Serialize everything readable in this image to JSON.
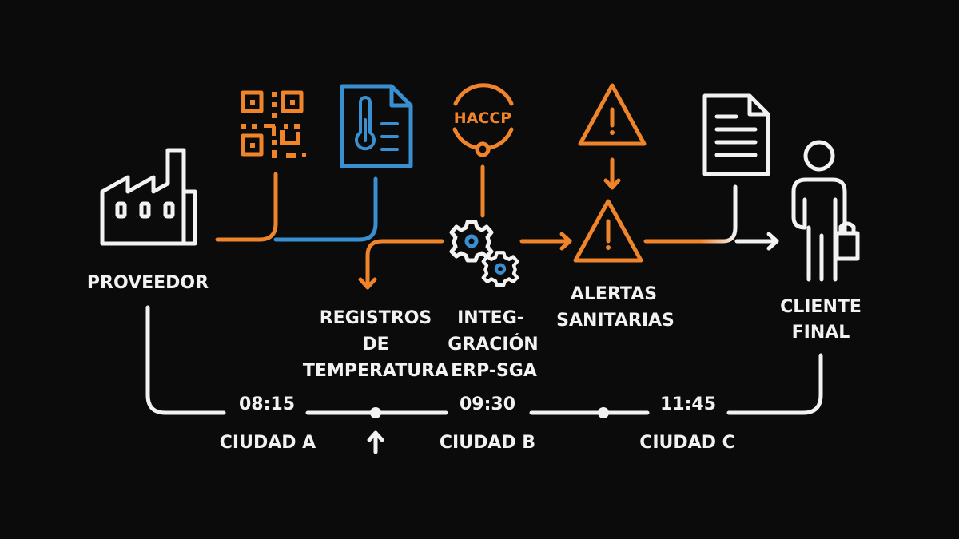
{
  "colors": {
    "background": "#0b0b0c",
    "orange": "#f0842a",
    "blue": "#3a8fd0",
    "white": "#f2f2f2"
  },
  "nodes": {
    "proveedor": {
      "label": "PROVEEDOR",
      "icon": "factory-icon"
    },
    "qr": {
      "icon": "qr-code-icon"
    },
    "temp_doc": {
      "icon": "temperature-document-icon"
    },
    "haccp": {
      "badge": "HACCP",
      "icon": "haccp-badge-icon"
    },
    "registros": {
      "lines": [
        "REGISTROS",
        "DE",
        "TEMPERATURA"
      ]
    },
    "integracion": {
      "lines": [
        "INTEG-",
        "GRACIÓN",
        "ERP-SGA"
      ],
      "icon": "gears-icon"
    },
    "alertas": {
      "lines": [
        "ALERTAS",
        "SANITARIAS"
      ],
      "icon": "warning-icon"
    },
    "documento": {
      "icon": "document-icon"
    },
    "cliente": {
      "lines": [
        "CLIENTE",
        "FINAL"
      ],
      "icon": "person-with-bag-icon"
    }
  },
  "timeline": {
    "stops": [
      {
        "time": "08:15",
        "city": "CIUDAD A"
      },
      {
        "time": "09:30",
        "city": "CIUDAD B"
      },
      {
        "time": "11:45",
        "city": "CIUDAD C"
      }
    ]
  }
}
